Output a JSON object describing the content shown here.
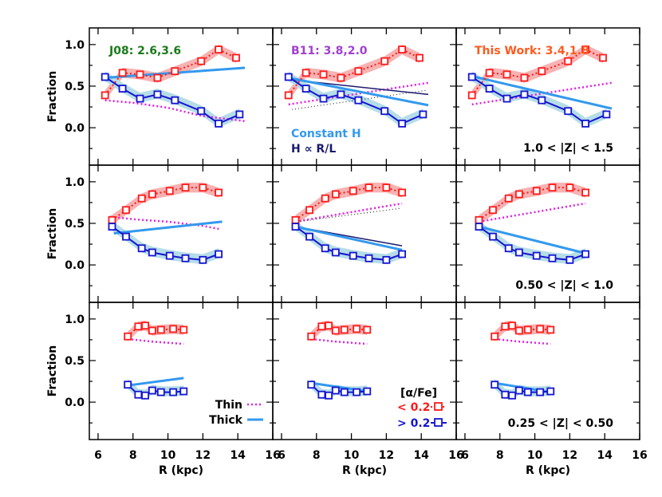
{
  "chart_data": {
    "type": "line",
    "xlabel": "R (kpc)",
    "ylabel": "Fraction",
    "xlim": [
      5.5,
      16
    ],
    "ylim": [
      -0.45,
      1.2
    ],
    "xticks": [
      6,
      8,
      10,
      12,
      14,
      16
    ],
    "yticks": [
      0.0,
      0.5,
      1.0
    ],
    "ytick_labels": [
      "0.0",
      "0.5",
      "1.0"
    ],
    "columns": [
      {
        "label": "J08: 2.6,3.6",
        "color": "#1a7a1a"
      },
      {
        "label": "B11: 3.8,2.0",
        "color": "#a040d0"
      },
      {
        "label": "This Work: 3.4,1.8",
        "color": "#ff5a1e"
      }
    ],
    "rows": [
      {
        "label": "1.0 < |Z| < 1.5"
      },
      {
        "label": "0.50 < |Z| < 1.0"
      },
      {
        "label": "0.25 < |Z| < 0.50"
      }
    ],
    "colors": {
      "low_alpha": "#ff1a1a",
      "high_alpha": "#1515d0",
      "thin_model": "#e020e0",
      "thick_model": "#3399ee",
      "low_band": "#f7b2b2",
      "high_band": "#b5dde8",
      "h_r_l": "#1a1a70"
    },
    "legend": {
      "thin": "Thin",
      "thick": "Thick",
      "alpha_title": "[α/Fe]",
      "alpha_low": "< 0.2",
      "alpha_high": "> 0.2",
      "constant_h": "Constant H",
      "h_rl": "H ∝ R/L"
    },
    "series": {
      "low_alpha": [
        {
          "x": [
            6.4,
            7.4,
            8.4,
            9.4,
            10.4,
            11.9,
            12.9,
            13.9
          ],
          "y": [
            0.39,
            0.66,
            0.64,
            0.6,
            0.68,
            0.8,
            0.94,
            0.84
          ]
        },
        {
          "x": [
            6.8,
            7.6,
            8.5,
            9.1,
            10.1,
            11.0,
            12.0,
            12.9
          ],
          "y": [
            0.54,
            0.66,
            0.8,
            0.85,
            0.89,
            0.93,
            0.93,
            0.87
          ]
        },
        {
          "x": [
            7.7,
            8.3,
            8.7,
            9.1,
            9.6,
            10.3,
            10.9
          ],
          "y": [
            0.79,
            0.91,
            0.92,
            0.86,
            0.87,
            0.88,
            0.87
          ]
        }
      ],
      "high_alpha": [
        {
          "x": [
            6.4,
            7.4,
            8.4,
            9.4,
            10.4,
            11.9,
            12.9,
            14.1
          ],
          "y": [
            0.61,
            0.47,
            0.35,
            0.4,
            0.33,
            0.2,
            0.05,
            0.16
          ]
        },
        {
          "x": [
            6.8,
            7.6,
            8.5,
            9.1,
            10.1,
            11.0,
            12.0,
            12.9
          ],
          "y": [
            0.46,
            0.34,
            0.2,
            0.15,
            0.11,
            0.08,
            0.06,
            0.13
          ]
        },
        {
          "x": [
            7.7,
            8.3,
            8.7,
            9.1,
            9.6,
            10.3,
            10.9
          ],
          "y": [
            0.21,
            0.09,
            0.08,
            0.14,
            0.12,
            0.12,
            0.13
          ]
        }
      ],
      "thin_model": [
        {
          "x": [
            6.4,
            8.0,
            10.0,
            12.0,
            14.4
          ],
          "y": [
            0.33,
            0.3,
            0.24,
            0.14,
            0.08
          ]
        },
        {
          "x": [
            6.7,
            8.0,
            10.0,
            12.0,
            13.0
          ],
          "y": [
            0.58,
            0.55,
            0.52,
            0.47,
            0.43
          ]
        },
        {
          "x": [
            7.7,
            9.0,
            10.9
          ],
          "y": [
            0.76,
            0.73,
            0.7
          ]
        }
      ],
      "thick_model": [
        {
          "x": [
            6.4,
            14.4
          ],
          "y": [
            0.6,
            0.72
          ]
        },
        {
          "x": [
            6.9,
            13.1
          ],
          "y": [
            0.38,
            0.52
          ]
        },
        {
          "x": [
            7.7,
            10.9
          ],
          "y": [
            0.2,
            0.29
          ]
        }
      ]
    }
  }
}
